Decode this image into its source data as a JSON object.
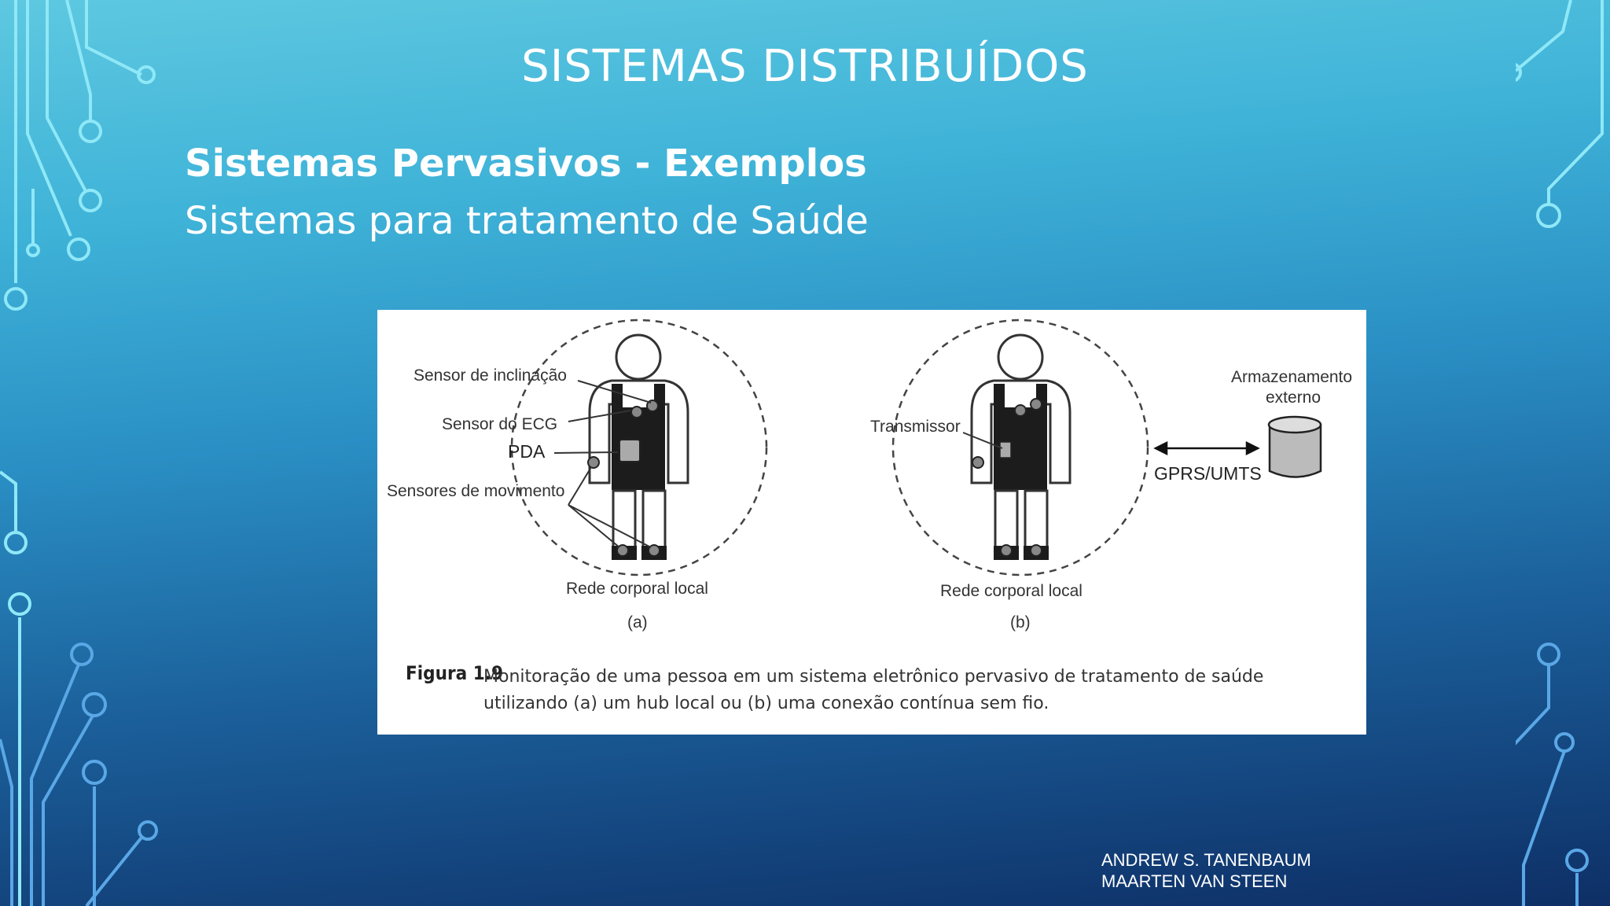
{
  "slide": {
    "title": "SISTEMAS DISTRIBUÍDOS",
    "subtitle": "Sistemas Pervasivos - Exemplos",
    "subsubtitle": "Sistemas para tratamento de Saúde"
  },
  "figure": {
    "labels_a": {
      "tilt_sensor": "Sensor de inclinação",
      "ecg_sensor": "Sensor do ECG",
      "pda": "PDA",
      "motion_sensors": "Sensores de movimento",
      "body_network": "Rede corporal local",
      "panel": "(a)"
    },
    "labels_b": {
      "transmitter": "Transmissor",
      "external_storage_1": "Armazenamento",
      "external_storage_2": "externo",
      "link": "GPRS/UMTS",
      "body_network": "Rede corporal local",
      "panel": "(b)"
    },
    "caption_label": "Figura 1.9",
    "caption_text": "Monitoração de uma pessoa em um sistema eletrônico pervasivo de tratamento de saúde utilizando (a) um hub local ou (b) uma conexão contínua sem fio."
  },
  "authors": {
    "line1": "ANDREW S. TANENBAUM",
    "line2": "MAARTEN VAN STEEN"
  },
  "colors": {
    "background_top": "#5ec8e0",
    "background_bottom": "#0e2f66",
    "circuit_lines": "#7fe3f5"
  }
}
